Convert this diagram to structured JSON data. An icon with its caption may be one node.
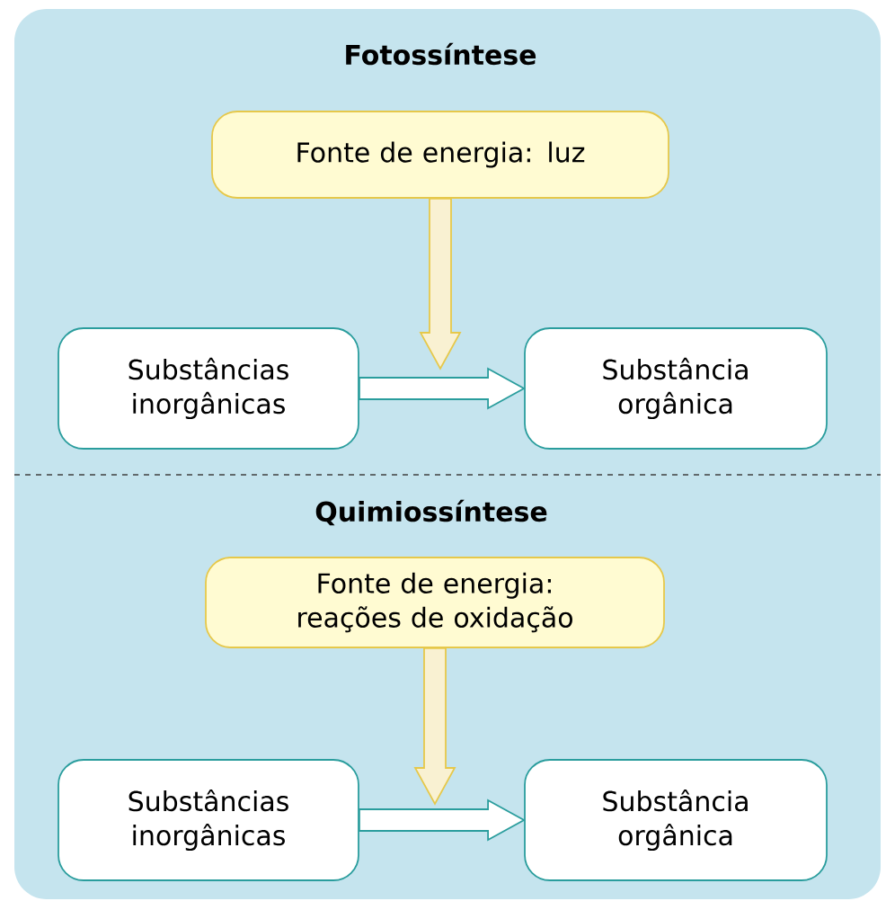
{
  "diagram": {
    "nodes": [
      {
        "text": [
          "Fonte de energia: luz"
        ]
      },
      {
        "text": [
          "Substâncias inorgânicas"
        ]
      },
      {
        "text": [
          "Substância orgânica"
        ]
      },
      {
        "text": [
          "Fonte de energia: reações de oxidação"
        ]
      },
      {
        "text": [
          "Substâncias inorgânicas"
        ]
      },
      {
        "text": [
          "Substância orgânica"
        ]
      }
    ],
    "edges": [
      {
        "from": 0,
        "to": null,
        "arrow": "to",
        "color": "#e6c84a"
      },
      {
        "from": 1,
        "to": 2,
        "arrow": "to"
      },
      {
        "from": 3,
        "to": null,
        "arrow": "to",
        "color": "#e6c84a"
      },
      {
        "from": 4,
        "to": 5,
        "arrow": "to"
      }
    ],
    "labels": [
      "Fotossíntese",
      "Quimiossíntese"
    ]
  }
}
